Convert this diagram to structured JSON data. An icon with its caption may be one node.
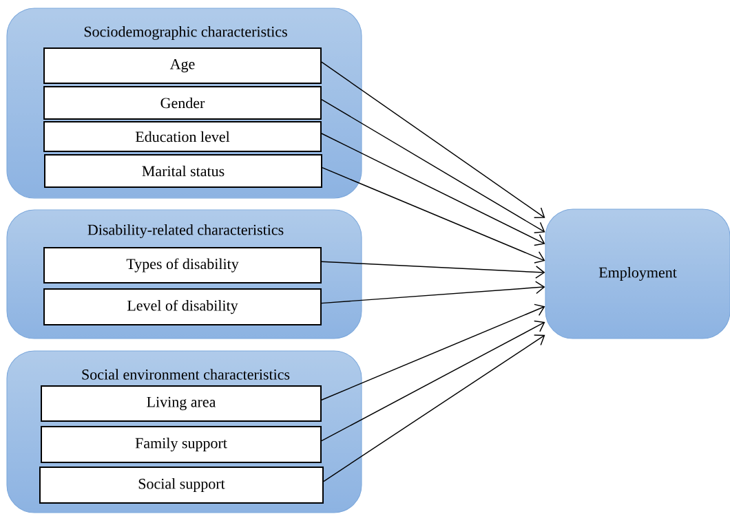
{
  "diagram": {
    "nodes": [
      {
        "text": [
          "Sociodemographic characteristics"
        ]
      },
      {
        "text": [
          "Age"
        ],
        "in": 0
      },
      {
        "text": [
          "Gender"
        ],
        "in": 0
      },
      {
        "text": [
          "Education level"
        ],
        "in": 0
      },
      {
        "text": [
          "Marital status"
        ],
        "in": 0
      },
      {
        "text": [
          "Disability-related characteristics"
        ]
      },
      {
        "text": [
          "Types of disability"
        ],
        "in": 5
      },
      {
        "text": [
          "Level of disability"
        ],
        "in": 5
      },
      {
        "text": [
          "Social environment characteristics"
        ]
      },
      {
        "text": [
          "Living area"
        ],
        "in": 8
      },
      {
        "text": [
          "Family support"
        ],
        "in": 8
      },
      {
        "text": [
          "Social support"
        ],
        "in": 8
      },
      {
        "text": [
          "Employment"
        ]
      }
    ],
    "edges": [
      {
        "from": 1,
        "to": 12,
        "arrow": "to"
      },
      {
        "from": 2,
        "to": 12,
        "arrow": "to"
      },
      {
        "from": 3,
        "to": 12,
        "arrow": "to"
      },
      {
        "from": 4,
        "to": 12,
        "arrow": "to"
      },
      {
        "from": 6,
        "to": 12,
        "arrow": "to"
      },
      {
        "from": 7,
        "to": 12,
        "arrow": "to"
      },
      {
        "from": 9,
        "to": 12,
        "arrow": "to"
      },
      {
        "from": 10,
        "to": 12,
        "arrow": "to"
      },
      {
        "from": 11,
        "to": 12,
        "arrow": "to"
      }
    ]
  }
}
